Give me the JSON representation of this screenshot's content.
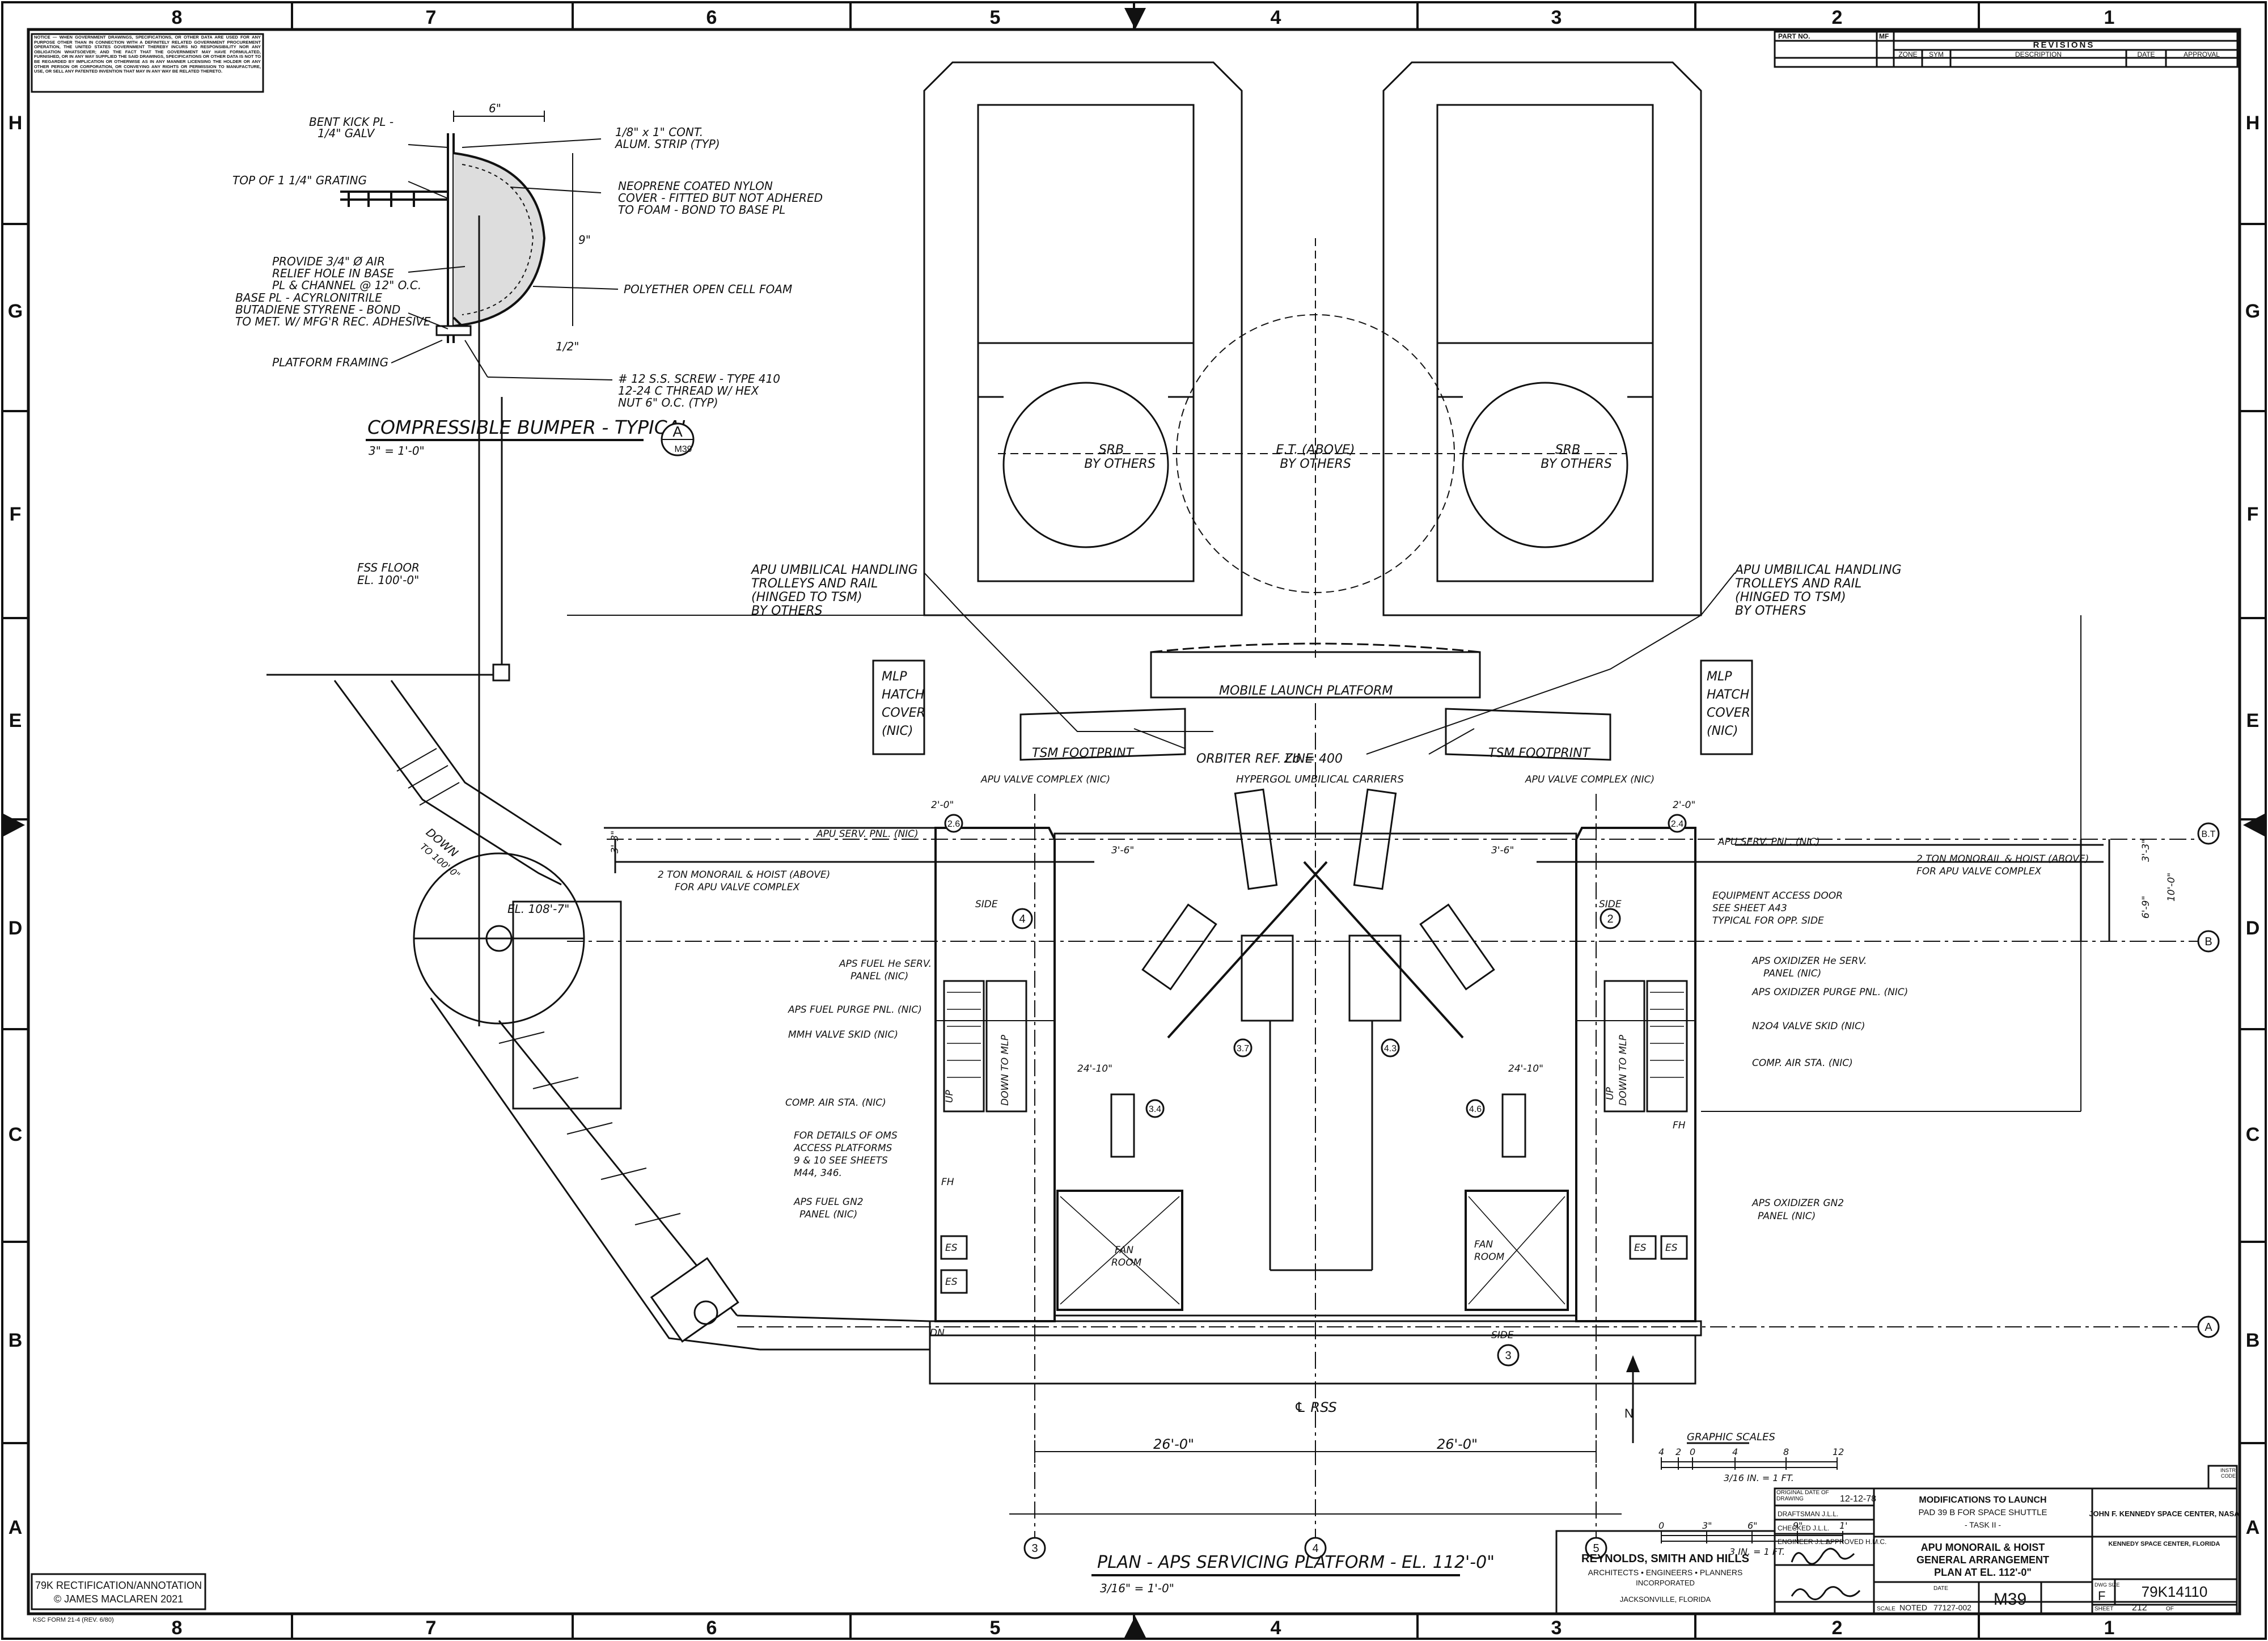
{
  "notice": "NOTICE — WHEN GOVERNMENT DRAWINGS, SPECIFICATIONS, OR OTHER DATA ARE USED FOR ANY PURPOSE OTHER THAN IN CONNECTION WITH A DEFINITELY RELATED GOVERNMENT PROCUREMENT OPERATION, THE UNITED STATES GOVERNMENT THEREBY INCURS NO RESPONSIBILITY NOR ANY OBLIGATION WHATSOEVER; AND THE FACT THAT THE GOVERNMENT MAY HAVE FORMULATED, FURNISHED, OR IN ANY WAY SUPPLIED THE SAID DRAWINGS, SPECIFICATIONS OR OTHER DATA IS NOT TO BE REGARDED BY IMPLICATION OR OTHERWISE AS IN ANY MANNER LICENSING THE HOLDER OR ANY OTHER PERSON OR CORPORATION, OR CONVEYING ANY RIGHTS OR PERMISSION TO MANUFACTURE, USE, OR SELL ANY PATENTED INVENTION THAT MAY IN ANY WAY BE RELATED THERETO.",
  "border": {
    "columns": [
      "8",
      "7",
      "6",
      "5",
      "4",
      "3",
      "2",
      "1"
    ],
    "rows": [
      "H",
      "G",
      "F",
      "E",
      "D",
      "C",
      "B",
      "A"
    ]
  },
  "revisions": {
    "part_no": "PART NO.",
    "mf": "MF",
    "title": "REVISIONS",
    "cols": [
      "ZONE",
      "SYM",
      "DESCRIPTION",
      "DATE",
      "APPROVAL"
    ]
  },
  "detail": {
    "title": "COMPRESSIBLE BUMPER - TYPICAL",
    "scale": "3\" = 1'-0\"",
    "callout_letter": "A",
    "callout_sheet": "M39",
    "dim_6": "6\"",
    "dim_9": "9\"",
    "dim_half": "1/2\"",
    "labels": [
      "BENT KICK PL -",
      "1/4\" GALV",
      "TOP OF 1 1/4\" GRATING",
      "PROVIDE 3/4\" Ø AIR",
      "RELIEF HOLE IN BASE",
      "PL & CHANNEL @ 12\" O.C.",
      "BASE PL - ACYRLONITRILE",
      "BUTADIENE STYRENE - BOND",
      "TO MET. W/ MFG'R REC. ADHESIVE",
      "PLATFORM FRAMING",
      "1/8\" x 1\" CONT.",
      "ALUM. STRIP (TYP)",
      "NEOPRENE COATED NYLON",
      "COVER - FITTED BUT NOT ADHERED",
      "TO FOAM - BOND TO BASE PL",
      "POLYETHER OPEN CELL FOAM",
      "# 12 S.S. SCREW - TYPE 410",
      "12-24 C THREAD W/ HEX",
      "NUT 6\" O.C. (TYP)"
    ]
  },
  "fss": {
    "line1": "FSS FLOOR",
    "line2": "EL. 100'-0\""
  },
  "stair_left": {
    "down": "DOWN",
    "to": "TO 100'-0\"",
    "el": "EL. 108'-7\""
  },
  "plan": {
    "srb": "SRB",
    "by_others": "BY OTHERS",
    "et": "E.T. (ABOVE)",
    "mlp": "MOBILE LAUNCH PLATFORM",
    "tsm": "TSM FOOTPRINT",
    "orbiter": "ORBITER REF. LINE",
    "zo": "Zo = 400",
    "hypergol": "HYPERGOL UMBILICAL CARRIERS",
    "apu_valve_l": "APU VALVE COMPLEX (NIC)",
    "apu_valve_r": "APU VALVE COMPLEX (NIC)",
    "apu_umb_l": [
      "APU UMBILICAL HANDLING",
      "TROLLEYS AND RAIL",
      "(HINGED TO TSM)",
      "BY OTHERS"
    ],
    "apu_umb_r": [
      "APU UMBILICAL HANDLING",
      "TROLLEYS AND RAIL",
      "(HINGED TO TSM)",
      "BY OTHERS"
    ],
    "mlp_hatch": [
      "MLP",
      "HATCH",
      "COVER",
      "(NIC)"
    ],
    "apu_serv": "APU SERV. PNL. (NIC)",
    "monorail": [
      "2 TON MONORAIL & HOIST (ABOVE)",
      "FOR APU VALVE COMPLEX"
    ],
    "equip_door": [
      "EQUIPMENT ACCESS DOOR",
      "SEE SHEET A43",
      "TYPICAL FOR OPP. SIDE"
    ],
    "side": "SIDE",
    "left_labels": [
      [
        "APS FUEL He SERV.",
        "PANEL (NIC)"
      ],
      [
        "APS FUEL PURGE PNL. (NIC)"
      ],
      [
        "MMH VALVE SKID (NIC)"
      ],
      [
        "COMP. AIR STA. (NIC)"
      ],
      [
        "FOR DETAILS OF OMS",
        "ACCESS PLATFORMS",
        "9 & 10 SEE SHEETS",
        "M44, 346."
      ],
      [
        "APS FUEL GN2",
        "PANEL (NIC)"
      ]
    ],
    "right_labels": [
      [
        "APS OXIDIZER He SERV.",
        "PANEL (NIC)"
      ],
      [
        "APS OXIDIZER PURGE PNL. (NIC)"
      ],
      [
        "N2O4 VALVE SKID (NIC)"
      ],
      [
        "COMP. AIR STA. (NIC)"
      ],
      [
        "APS OXIDIZER GN2",
        "PANEL (NIC)"
      ]
    ],
    "fan_room": [
      "FAN",
      "ROOM"
    ],
    "es": "ES",
    "fh": "FH",
    "up": "UP",
    "down_to_mlp": "DOWN TO MLP",
    "dn": "DN",
    "dim_24_10": "24'-10\"",
    "dim_2_0": "2'-0\"",
    "dim_3_3": "3'-3\"",
    "dim_6_9": "6'-9\"",
    "dim_10_0": "10'-0\"",
    "dim_3_6": "3'-6\"",
    "dim_26": "26'-0\"",
    "rss": "℄ RSS",
    "grid": [
      "3",
      "4",
      "5"
    ],
    "grid_right": [
      "B.T",
      "B",
      "A"
    ],
    "circles": [
      "2.6",
      "2.4",
      "3.7",
      "4.3",
      "3.4",
      "4.6",
      "4",
      "2",
      "3"
    ],
    "north": "N",
    "title": "PLAN - APS SERVICING PLATFORM - EL. 112'-0\"",
    "scale": "3/16\" = 1'-0\""
  },
  "graphic_scales": {
    "title": "GRAPHIC SCALES",
    "s1_ticks": [
      "4",
      "2",
      "0",
      "4",
      "8",
      "12"
    ],
    "s1_label": "3/16 IN. = 1 FT.",
    "s2_ticks": [
      "0",
      "3\"",
      "6\"",
      "9\"",
      "1'"
    ],
    "s2_label": "3 IN. = 1 FT."
  },
  "title_block": {
    "firm": "REYNOLDS, SMITH AND HILLS",
    "firm_sub": "ARCHITECTS • ENGINEERS • PLANNERS",
    "firm_inc": "INCORPORATED",
    "firm_city": "JACKSONVILLE, FLORIDA",
    "orig_date_label": "ORIGINAL DATE OF DRAWING",
    "orig_date": "12-12-78",
    "drafting": "DRAFTSMAN J.L.L.",
    "checked": "CHECKED J.L.L.",
    "engineer": "ENGINEER J.L.L.",
    "approved": "APPROVED H.M.C.",
    "project": [
      "MODIFICATIONS TO LAUNCH",
      "PAD 39 B FOR SPACE SHUTTLE",
      "- TASK II -"
    ],
    "drawing": [
      "APU MONORAIL & HOIST",
      "GENERAL ARRANGEMENT",
      "PLAN AT EL. 112'-0\""
    ],
    "agency": "JOHN F. KENNEDY SPACE CENTER, NASA",
    "agency_sub": "KENNEDY SPACE CENTER, FLORIDA",
    "dwg_size_label": "DWG SIZE",
    "dwg_size": "F",
    "dwg_no": "79K14110",
    "sheet_code": "M39",
    "scale_label": "SCALE",
    "scale": "NOTED",
    "date_label": "DATE",
    "date": "77127-002",
    "sheet_label": "SHEET",
    "sheet": "212",
    "sheet_of": "OF",
    "code_box": "INSTR CODE"
  },
  "annotation": [
    "79K RECTIFICATION/ANNOTATION",
    "© JAMES MACLAREN 2021"
  ],
  "form_no": "KSC FORM 21-4 (REV. 6/80)"
}
